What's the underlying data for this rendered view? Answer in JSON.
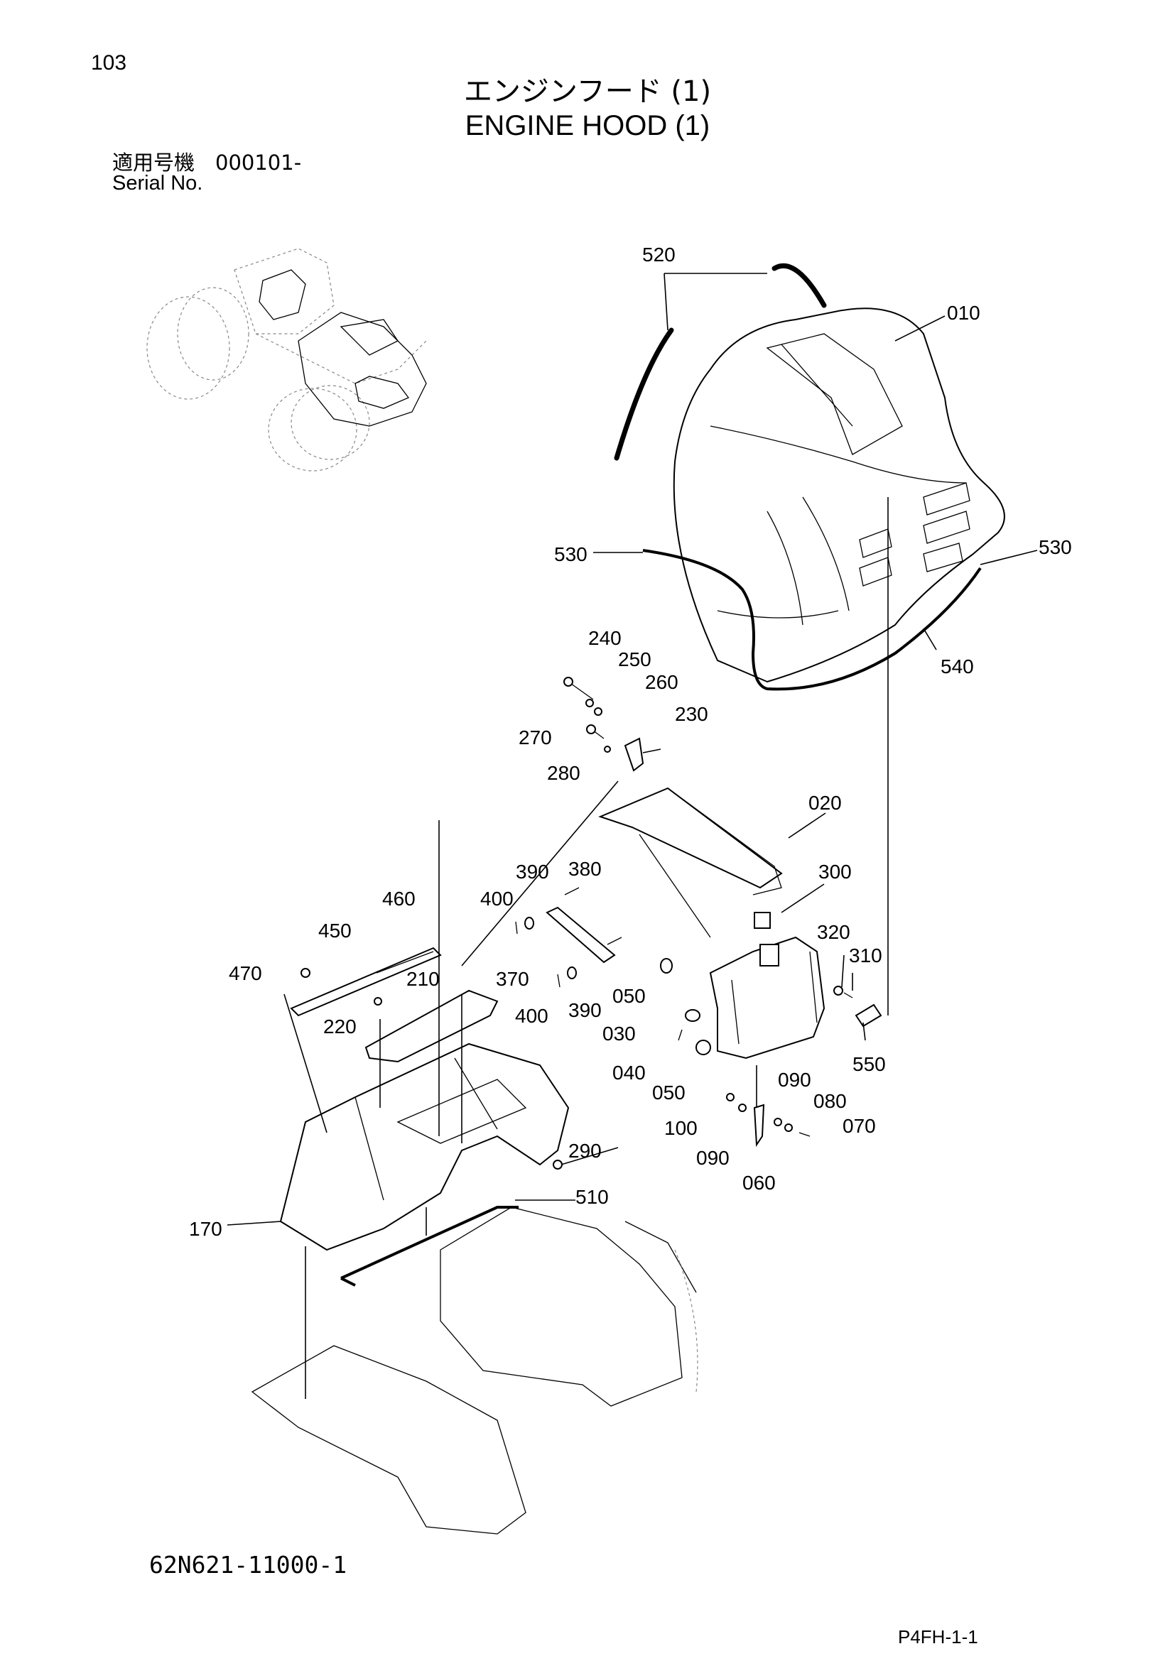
{
  "header": {
    "page_number": "103",
    "title_jp": "エンジンフード (1)",
    "title_en": "ENGINE HOOD (1)",
    "serial_label_jp": "適用号機　000101-",
    "serial_label_en": "Serial No."
  },
  "footer": {
    "drawing_number": "62N621-11000-1",
    "page_code": "P4FH-1-1"
  },
  "callouts": [
    "520",
    "010",
    "530",
    "530",
    "540",
    "240",
    "250",
    "260",
    "230",
    "270",
    "280",
    "020",
    "300",
    "390",
    "380",
    "400",
    "460",
    "450",
    "470",
    "210",
    "370",
    "320",
    "310",
    "400",
    "390",
    "050",
    "220",
    "030",
    "550",
    "040",
    "050",
    "090",
    "080",
    "070",
    "100",
    "090",
    "060",
    "290",
    "510",
    "170"
  ]
}
